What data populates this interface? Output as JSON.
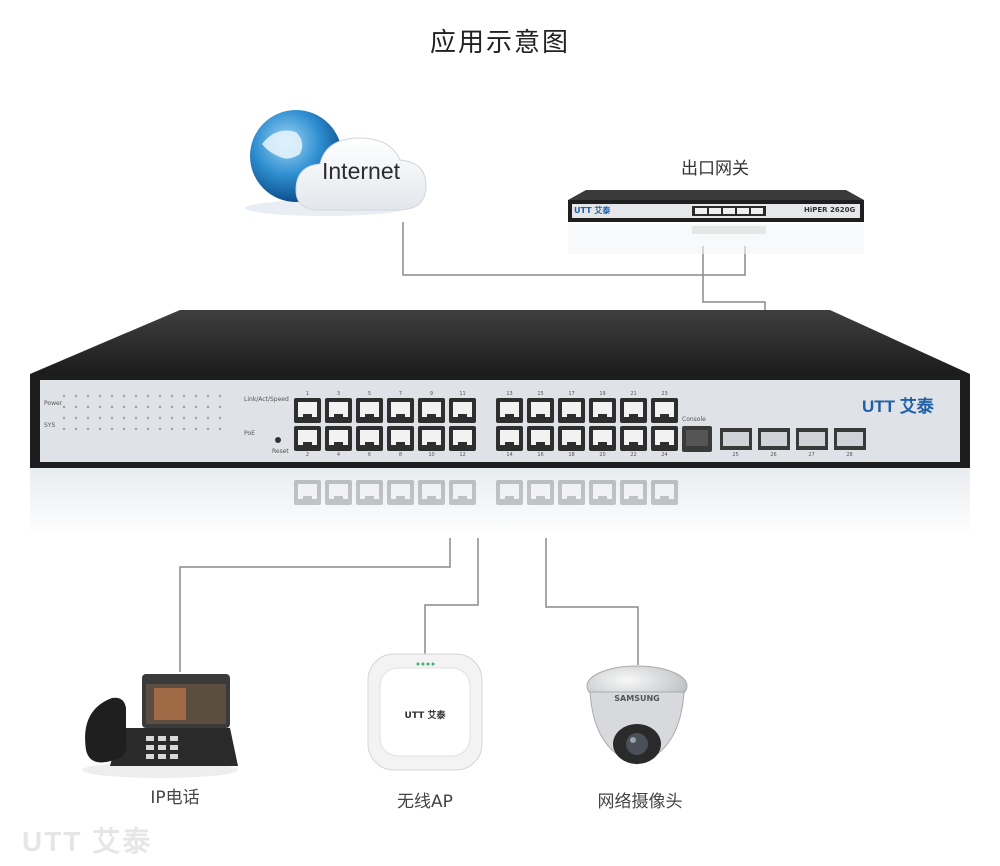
{
  "title": "应用示意图",
  "internet": {
    "label": "Internet"
  },
  "gateway": {
    "label": "出口网关",
    "brand": "UTT 艾泰",
    "model": "HiPER 2620G"
  },
  "switch": {
    "brand": "UTT 艾泰",
    "console_label": "Console",
    "reset_label": "Reset",
    "legend": [
      "Power",
      "SYS",
      "Link/Act/Speed",
      "PoE"
    ],
    "top_port_numbers": [
      "1",
      "3",
      "5",
      "7",
      "9",
      "11",
      "13",
      "15",
      "17",
      "19",
      "21",
      "23"
    ],
    "bottom_port_numbers": [
      "2",
      "4",
      "6",
      "8",
      "10",
      "12",
      "14",
      "16",
      "18",
      "20",
      "22",
      "24"
    ],
    "sfp_numbers": [
      "25",
      "26",
      "27",
      "28"
    ]
  },
  "devices": [
    {
      "label": "IP电话"
    },
    {
      "label": "无线AP",
      "brand": "UTT 艾泰"
    },
    {
      "label": "网络摄像头",
      "brand": "SAMSUNG"
    }
  ],
  "watermark": "UTT 艾泰",
  "colors": {
    "wire": "#8a8a8a",
    "brand_blue": "#1e5fa8",
    "switch_body": "#2b2b2b",
    "panel": "#dfe2e6"
  }
}
